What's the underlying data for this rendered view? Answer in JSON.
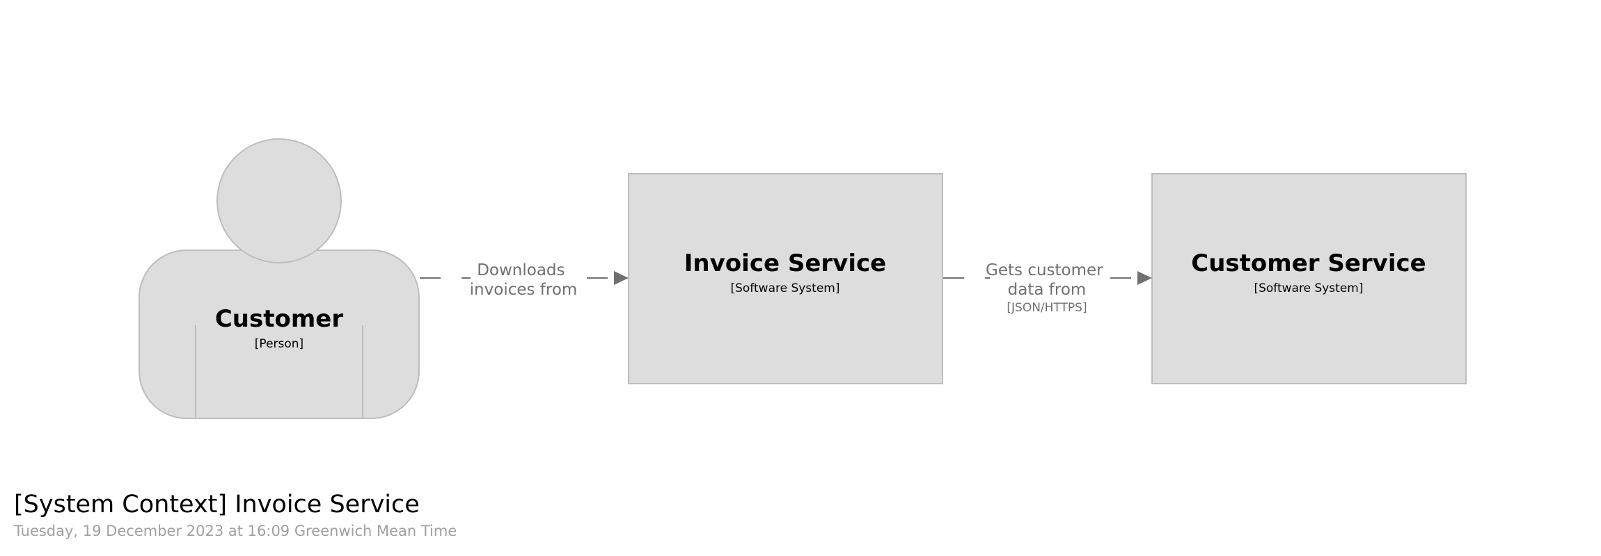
{
  "diagram": {
    "title": "[System Context] Invoice Service",
    "timestamp": "Tuesday, 19 December 2023 at 16:09 Greenwich Mean Time"
  },
  "elements": {
    "customer": {
      "name": "Customer",
      "type": "[Person]"
    },
    "invoice_service": {
      "name": "Invoice Service",
      "type": "[Software System]"
    },
    "customer_service": {
      "name": "Customer Service",
      "type": "[Software System]"
    }
  },
  "relationships": {
    "downloads": {
      "line1": "Downloads",
      "line2": "invoices from"
    },
    "gets_data": {
      "line1": "Gets customer",
      "line2": "data from",
      "technology": "[JSON/HTTPS]"
    }
  },
  "colors": {
    "element_fill": "#dddddd",
    "element_stroke": "#bdbdbd",
    "relationship": "#707070"
  }
}
